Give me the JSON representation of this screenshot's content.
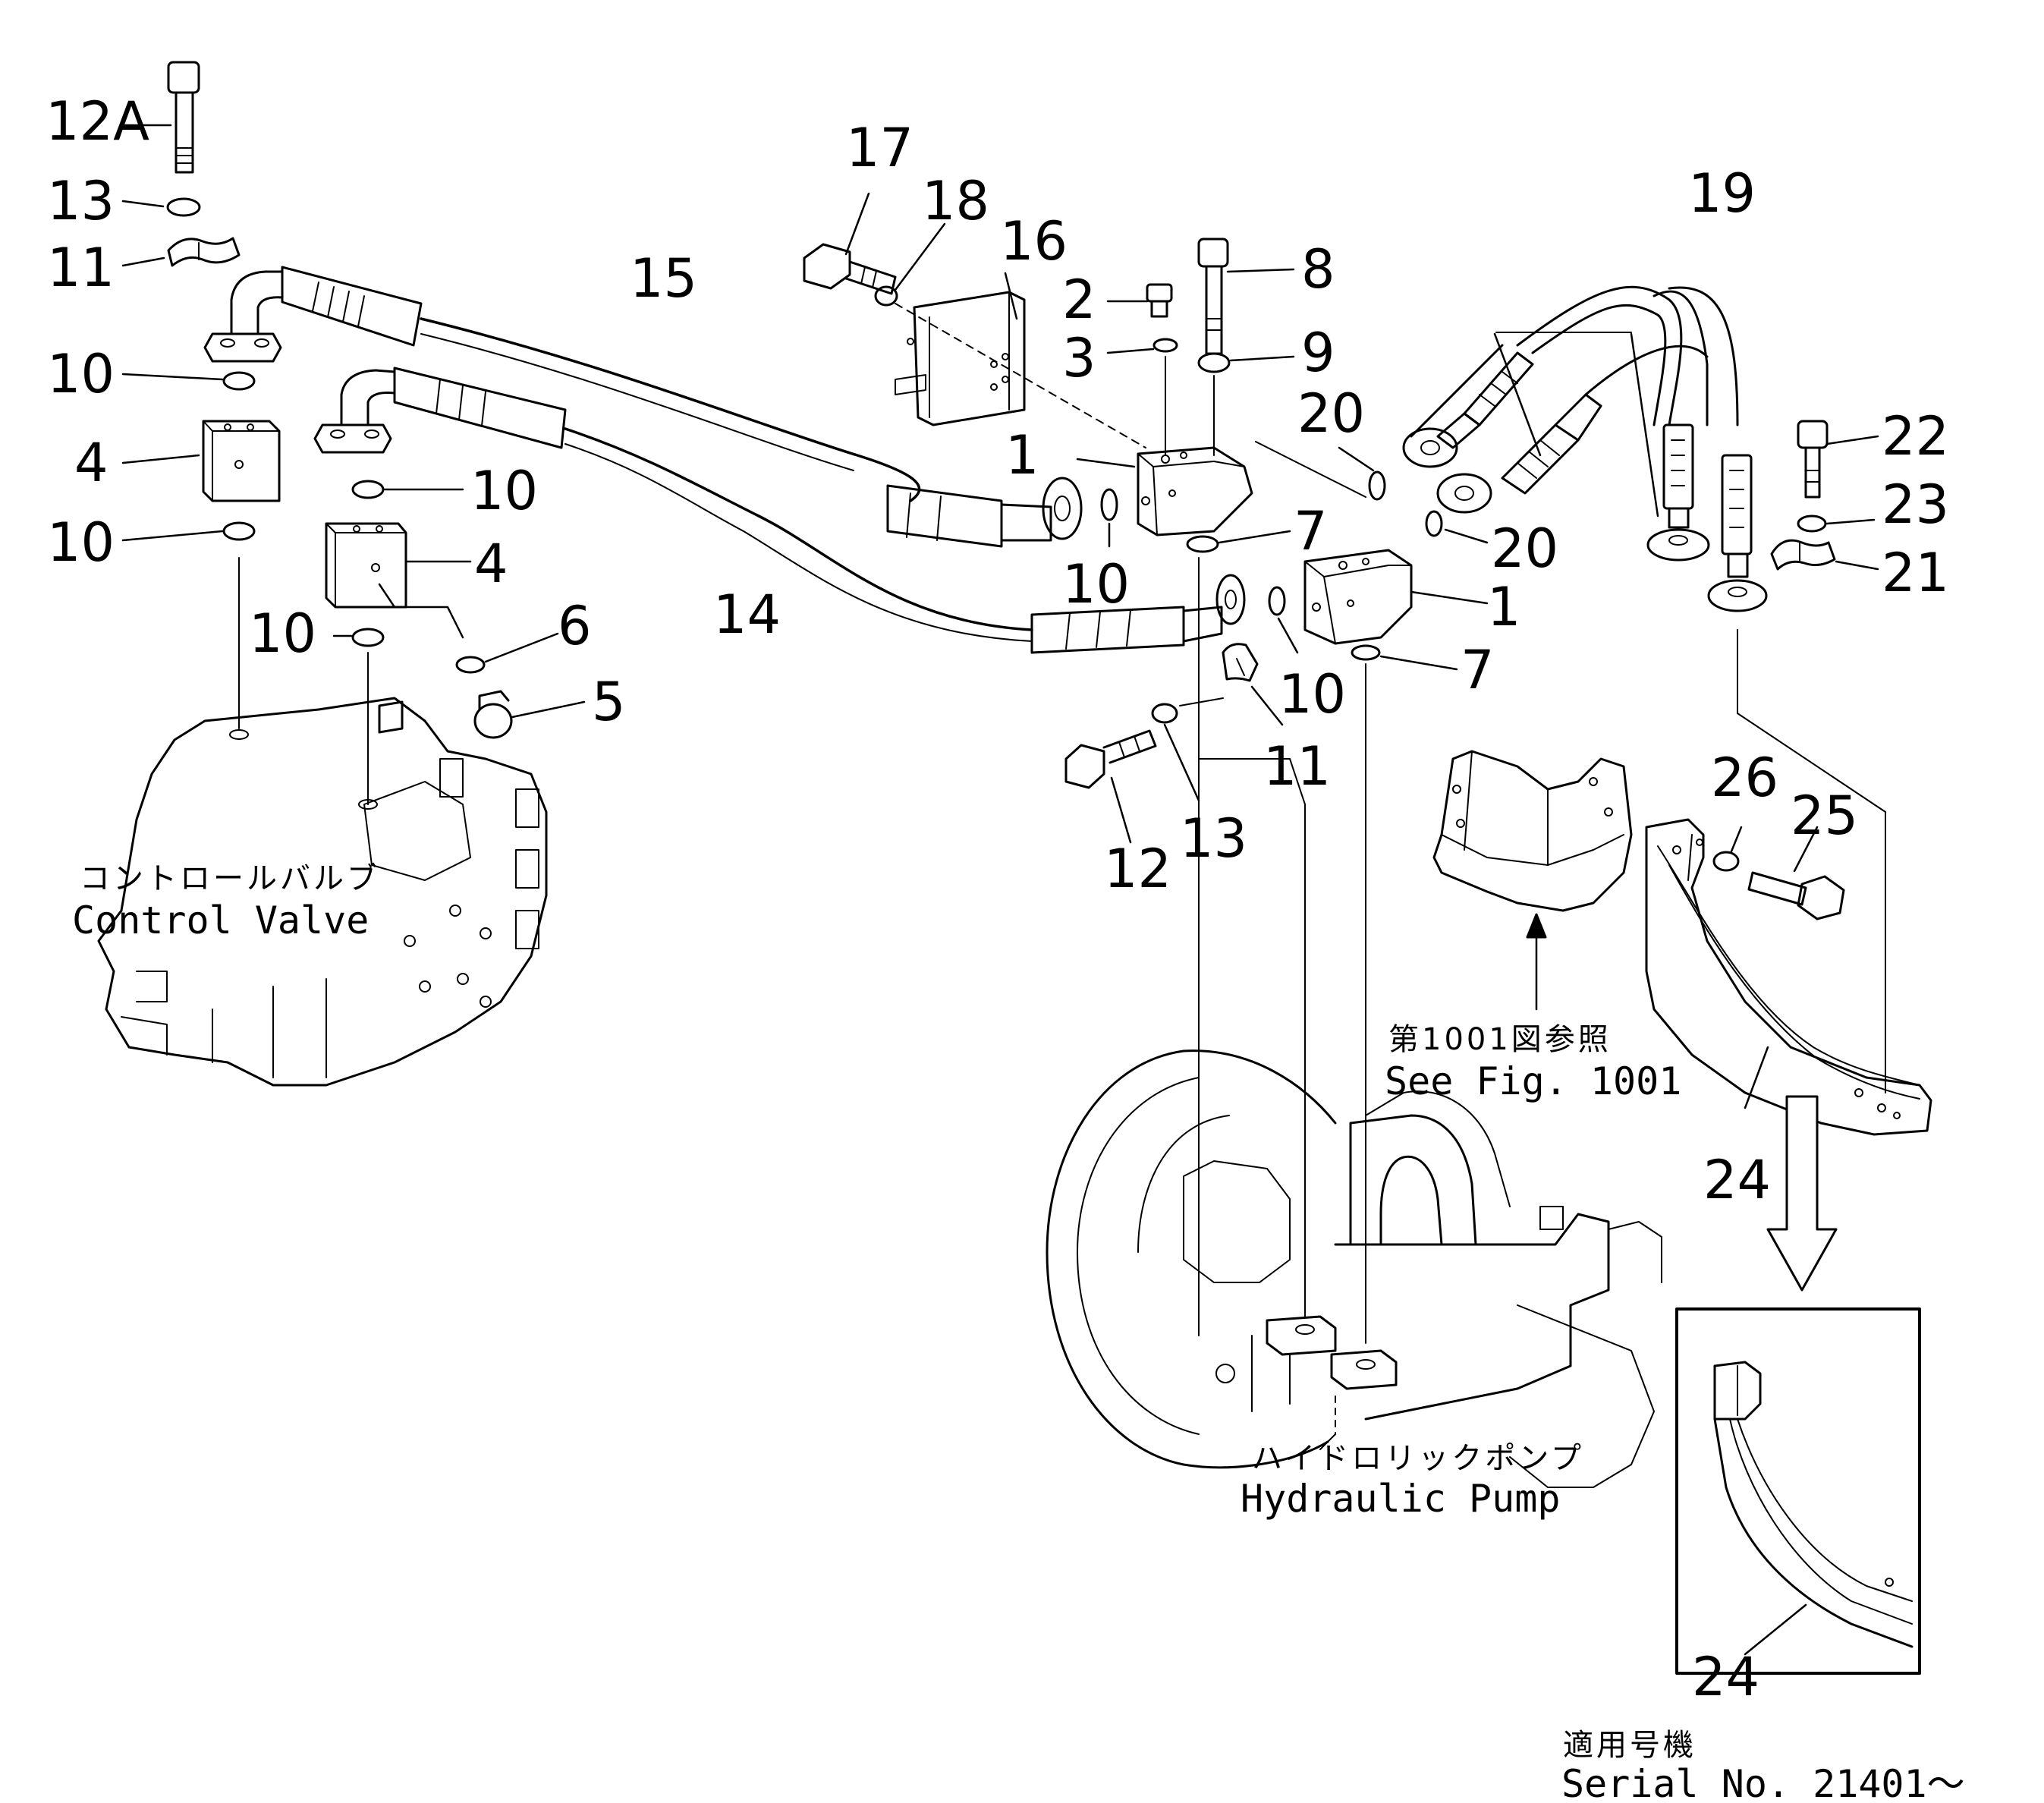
{
  "callouts": {
    "c12A": "12A",
    "c13a": "13",
    "c11a": "11",
    "c10a": "10",
    "c4a": "4",
    "c10b": "10",
    "c10c": "10",
    "c4b": "4",
    "c10d": "10",
    "c6": "6",
    "c5": "5",
    "c15": "15",
    "c14": "14",
    "c17": "17",
    "c18": "18",
    "c16": "16",
    "c2": "2",
    "c8": "8",
    "c3": "3",
    "c9": "9",
    "c1a": "1",
    "c20a": "20",
    "c7a": "7",
    "c10e": "10",
    "c10f": "10",
    "c1b": "1",
    "c20b": "20",
    "c7b": "7",
    "c11b": "11",
    "c12": "12",
    "c13b": "13",
    "c19": "19",
    "c22": "22",
    "c23": "23",
    "c21": "21",
    "c26": "26",
    "c25": "25",
    "c24a": "24",
    "c24b": "24"
  },
  "captions": {
    "control_valve_jp": "コントロールバルブ",
    "control_valve_en": "Control  Valve",
    "see_fig_jp": "第1001図参照",
    "see_fig_en": "See  Fig.  1001",
    "hydraulic_pump_jp": "ハイドロリックポンプ",
    "hydraulic_pump_en": "Hydraulic  Pump",
    "serial_jp": "適用号機",
    "serial_en": "Serial  No.  21401～"
  },
  "colors": {
    "ink": "#000000",
    "paper": "#ffffff"
  }
}
